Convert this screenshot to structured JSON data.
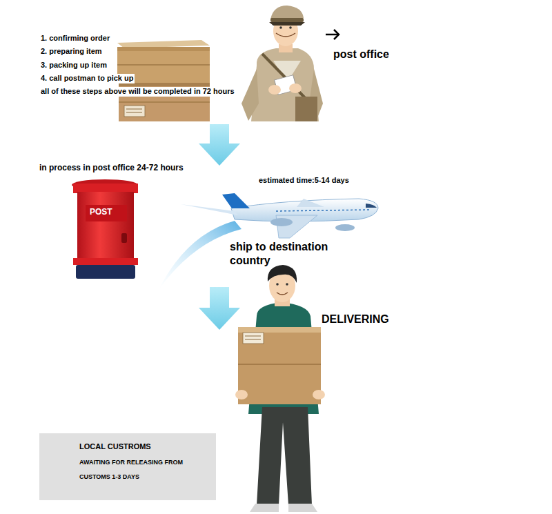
{
  "diagram": {
    "nodes": [
      {
        "text": [
          "LOCAL CUSTROMS",
          "AWAITING FOR RELEASING FROM CUSTOMS 1-3 DAYS"
        ]
      }
    ],
    "labels": [
      "1. confirming order",
      "2. preparing item",
      "3. packing up item",
      "4. call postman to pick up",
      "all of these steps above will be completed in 72 hours",
      "post office",
      "in process in post office 24-72 hours",
      "POST",
      "estimated time:5-14 days",
      "ship to destination country",
      "DELIVERING"
    ]
  }
}
